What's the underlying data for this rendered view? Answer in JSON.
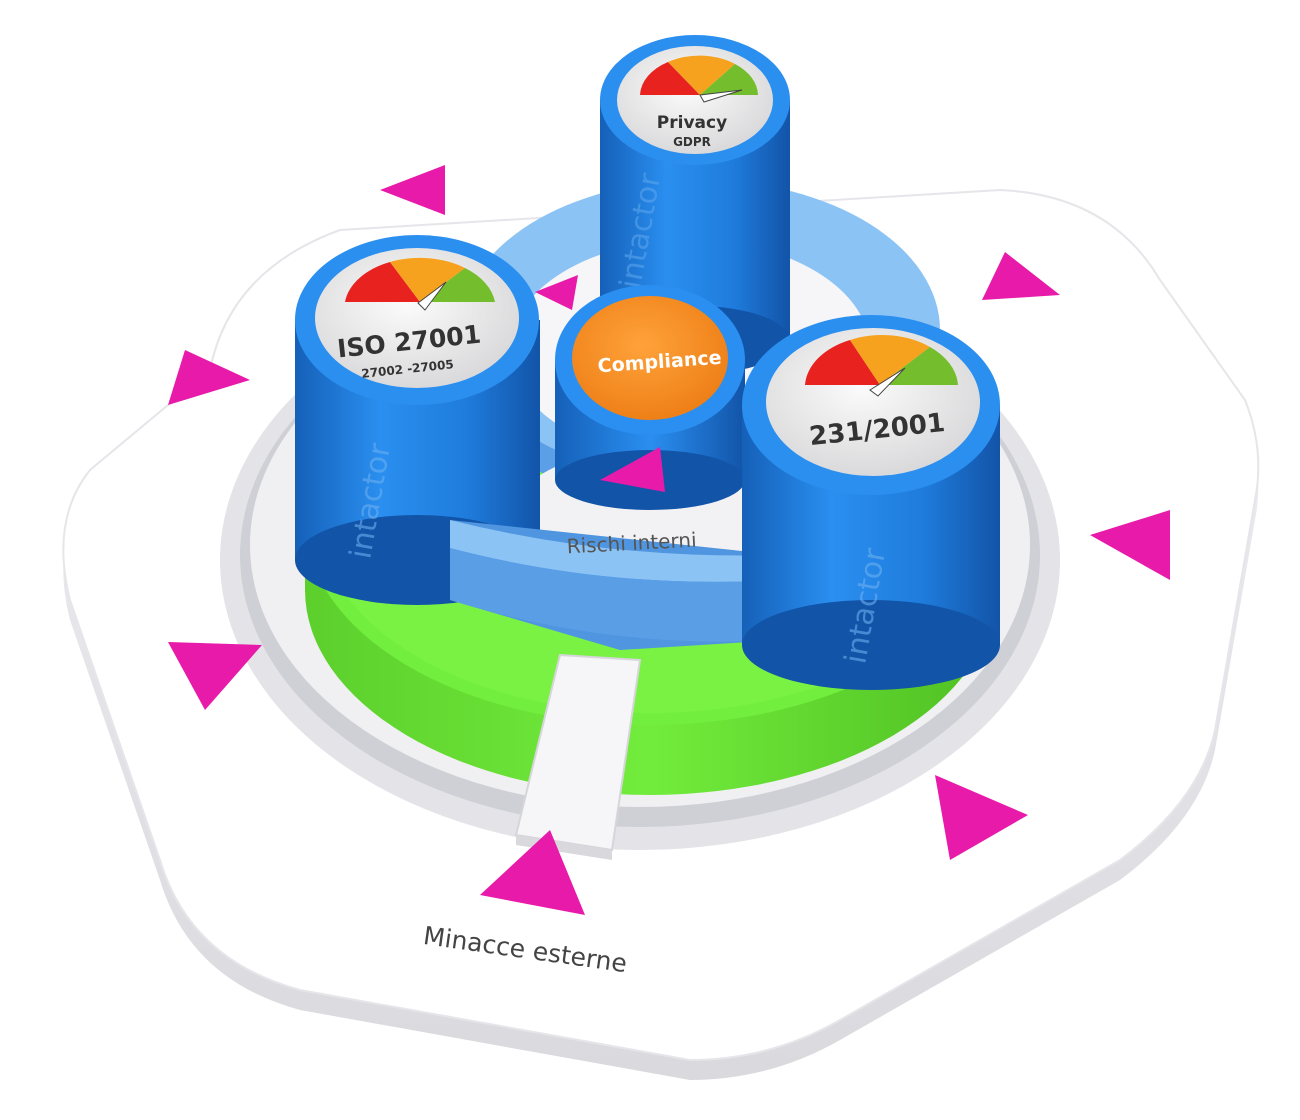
{
  "labels": {
    "external": "Minacce esterne",
    "internal": "Rischi interni",
    "center": "Compliance"
  },
  "pillars": {
    "privacy": {
      "title": "Privacy",
      "subtitle": "GDPR",
      "brand": "intactor"
    },
    "iso": {
      "title": "ISO 27001",
      "subtitle": "27002 -27005",
      "brand": "intactor"
    },
    "law": {
      "title": "231/2001",
      "brand": "intactor"
    }
  },
  "colors": {
    "pillar_blue": "#1e7fd8",
    "ring_green": "#6ee83c",
    "compliance_orange": "#f5891f",
    "threat_magenta": "#e81aa9",
    "gauge_red": "#e8231f",
    "gauge_orange": "#f6a21e",
    "gauge_green": "#74bd2d"
  }
}
